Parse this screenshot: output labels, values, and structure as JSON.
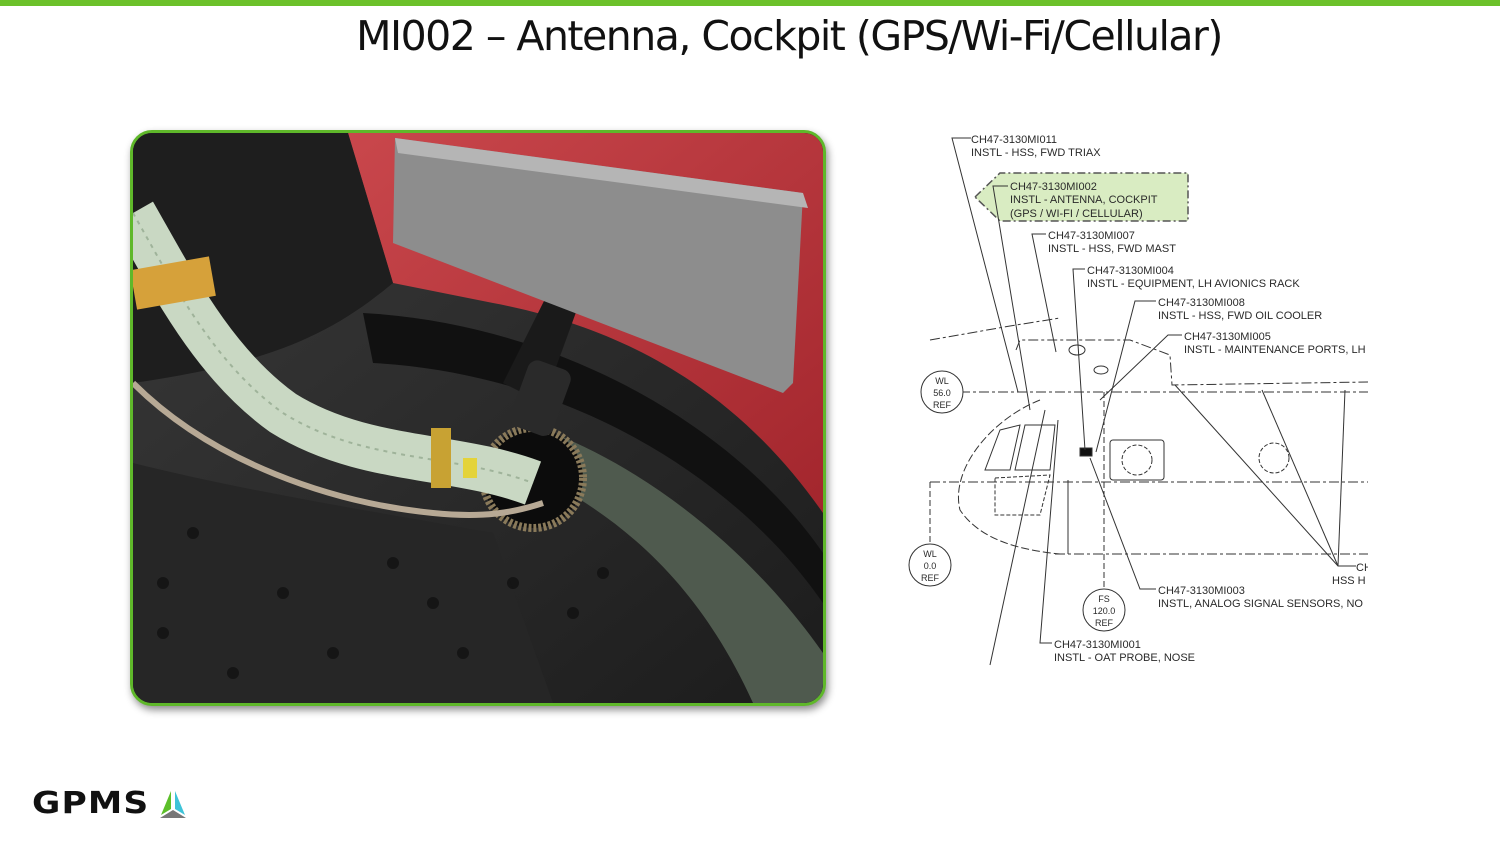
{
  "slide": {
    "title": "MI002 – Antenna, Cockpit (GPS/Wi-Fi/Cellular)",
    "accent_color": "#6cc12a"
  },
  "diagram": {
    "callouts": [
      {
        "id": "CH47-3130MI011",
        "desc": "INSTL - HSS, FWD TRIAX"
      },
      {
        "id": "CH47-3130MI002",
        "desc": "INSTL - ANTENNA, COCKPIT",
        "desc2": "(GPS / WI-FI / CELLULAR)",
        "highlight": "#d9ecc2"
      },
      {
        "id": "CH47-3130MI007",
        "desc": "INSTL - HSS, FWD MAST"
      },
      {
        "id": "CH47-3130MI004",
        "desc": "INSTL - EQUIPMENT, LH AVIONICS RACK"
      },
      {
        "id": "CH47-3130MI008",
        "desc": "INSTL - HSS, FWD OIL COOLER"
      },
      {
        "id": "CH47-3130MI005",
        "desc": "INSTL - MAINTENANCE PORTS, LH"
      },
      {
        "id": "CH47-3130MI003",
        "desc": "INSTL, ANALOG SIGNAL SENSORS, NO"
      },
      {
        "id": "CH47-3130MI001",
        "desc": "INSTL - OAT PROBE, NOSE"
      },
      {
        "id": "CH",
        "desc": "HSS H"
      }
    ],
    "refs": [
      {
        "l1": "WL",
        "l2": "56.0",
        "l3": "REF"
      },
      {
        "l1": "WL",
        "l2": "0.0",
        "l3": "REF"
      },
      {
        "l1": "FS",
        "l2": "120.0",
        "l3": "REF"
      }
    ]
  },
  "footer": {
    "logo_text": "GPMS"
  }
}
